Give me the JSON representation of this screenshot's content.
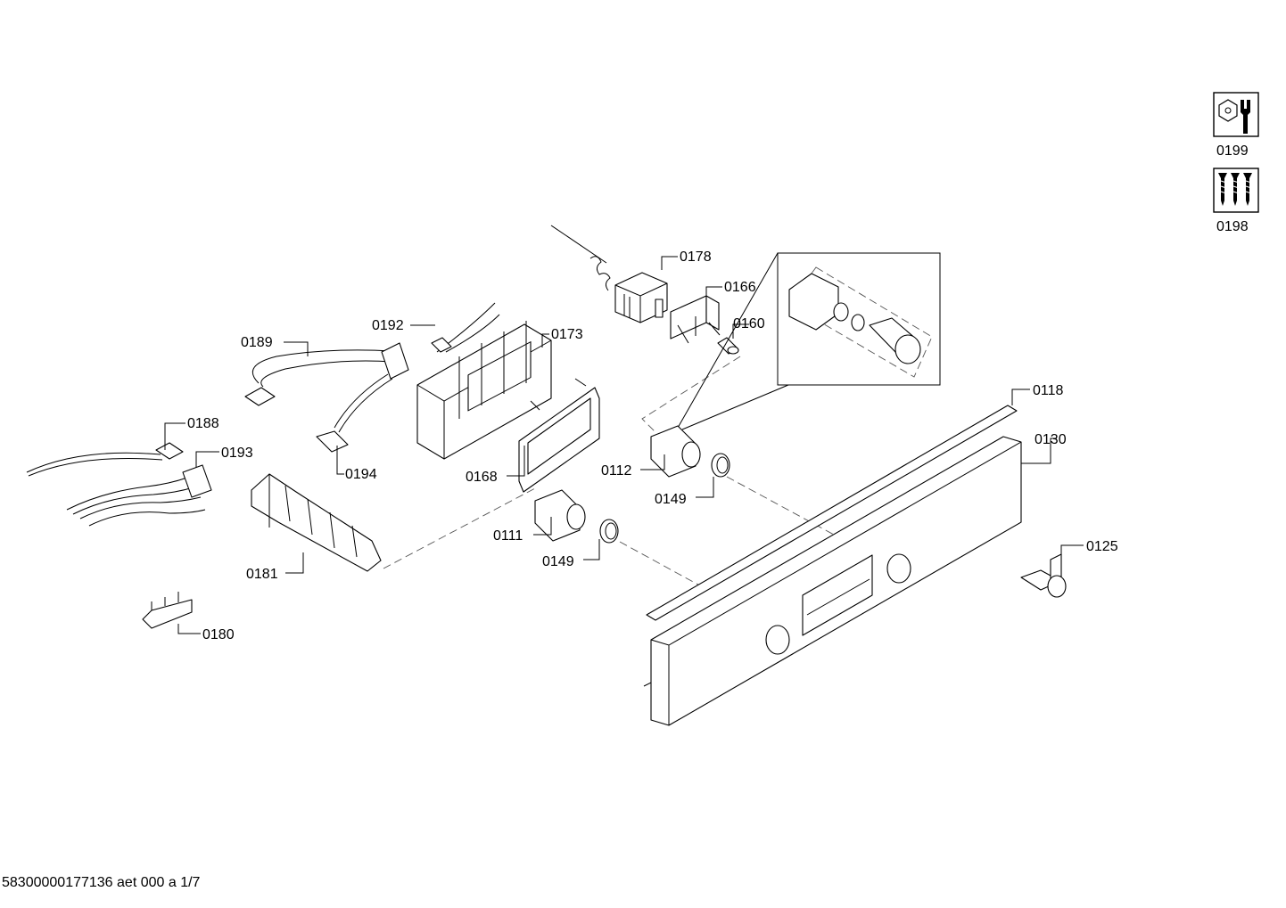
{
  "labels": {
    "l0178": "0178",
    "l0166": "0166",
    "l0160": "0160",
    "l0192": "0192",
    "l0173": "0173",
    "l0189": "0189",
    "l0188": "0188",
    "l0193": "0193",
    "l0194": "0194",
    "l0168": "0168",
    "l0112": "0112",
    "l0149a": "0149",
    "l0111": "0111",
    "l0149b": "0149",
    "l0181": "0181",
    "l0180": "0180",
    "l0118": "0118",
    "l0130": "0130",
    "l0125": "0125",
    "l0199": "0199",
    "l0198": "0198"
  },
  "footer": "58300000177136 aet 000 a 1/7",
  "icons": [
    "tool-wrench-icon",
    "screws-icon"
  ]
}
